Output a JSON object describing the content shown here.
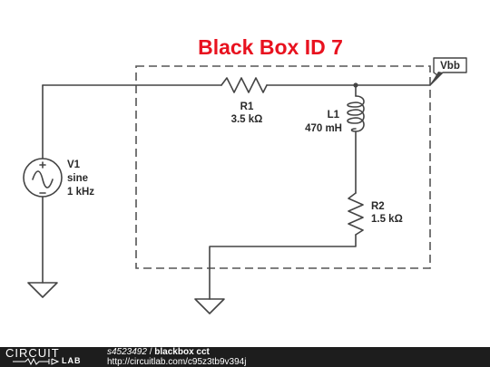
{
  "title": "Black Box ID 7",
  "node_label": "Vbb",
  "components": {
    "r1": {
      "name": "R1",
      "value": "3.5 kΩ"
    },
    "l1": {
      "name": "L1",
      "value": "470 mH"
    },
    "r2": {
      "name": "R2",
      "value": "1.5 kΩ"
    },
    "v1": {
      "name": "V1",
      "type": "sine",
      "freq": "1 kHz"
    }
  },
  "footer": {
    "logo_top": "CIRCUIT",
    "logo_bottom": "LAB",
    "user": "s4523492",
    "separator": " / ",
    "project": "blackbox cct",
    "url": "http://circuitlab.com/c95z3tb9v394j"
  },
  "colors": {
    "title": "#e8121f",
    "wire": "#444444",
    "footer_bg": "#1d1d1d"
  }
}
